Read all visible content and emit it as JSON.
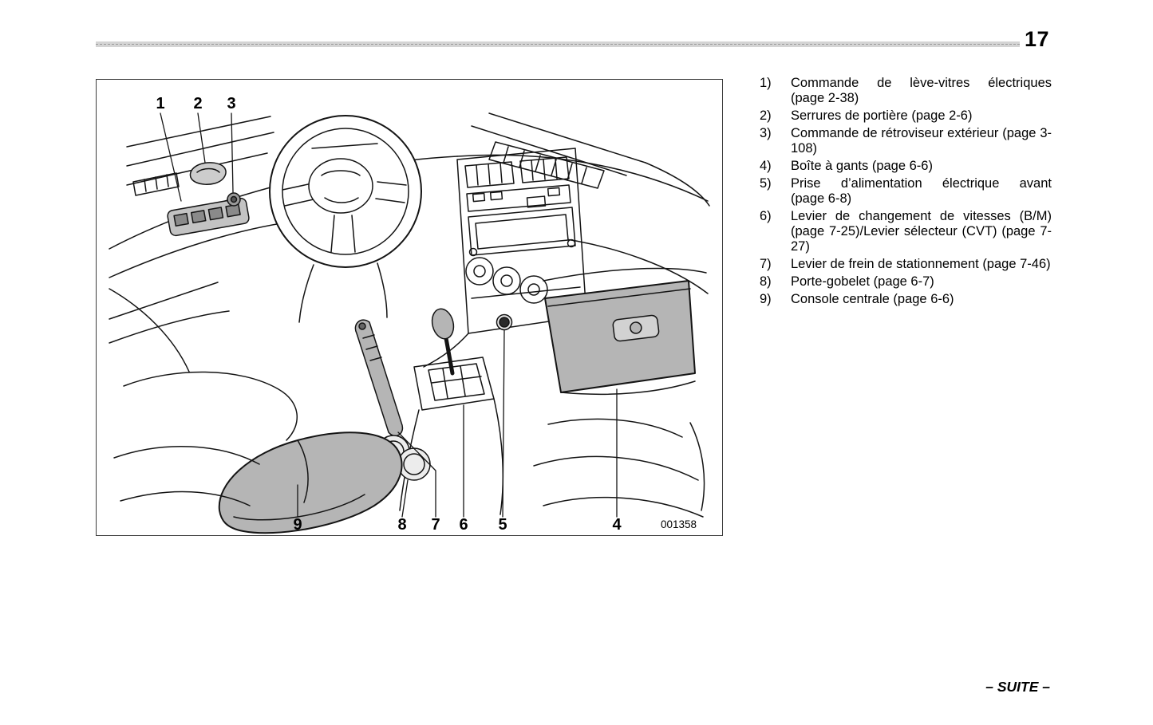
{
  "page": {
    "number": "17",
    "footer": "– SUITE –"
  },
  "figure": {
    "code": "001358",
    "top_callouts": [
      "1",
      "2",
      "3"
    ],
    "bottom_callouts": [
      "9",
      "8",
      "7",
      "6",
      "5",
      "4"
    ]
  },
  "legend": {
    "items": [
      {
        "num": "1)",
        "text": "Commande de lève-vitres électriques (page 2-38)"
      },
      {
        "num": "2)",
        "text": "Serrures de portière (page 2-6)"
      },
      {
        "num": "3)",
        "text": "Commande de rétroviseur extérieur (page 3-108)"
      },
      {
        "num": "4)",
        "text": "Boîte à gants (page 6-6)"
      },
      {
        "num": "5)",
        "text": "Prise d’alimentation électrique avant (page 6-8)"
      },
      {
        "num": "6)",
        "text": "Levier de changement de vitesses (B/M) (page 7-25)/Levier sélecteur (CVT) (page 7-27)"
      },
      {
        "num": "7)",
        "text": "Levier de frein de stationnement (page 7-46)"
      },
      {
        "num": "8)",
        "text": "Porte-gobelet (page 6-7)"
      },
      {
        "num": "9)",
        "text": "Console centrale (page 6-6)"
      }
    ]
  }
}
